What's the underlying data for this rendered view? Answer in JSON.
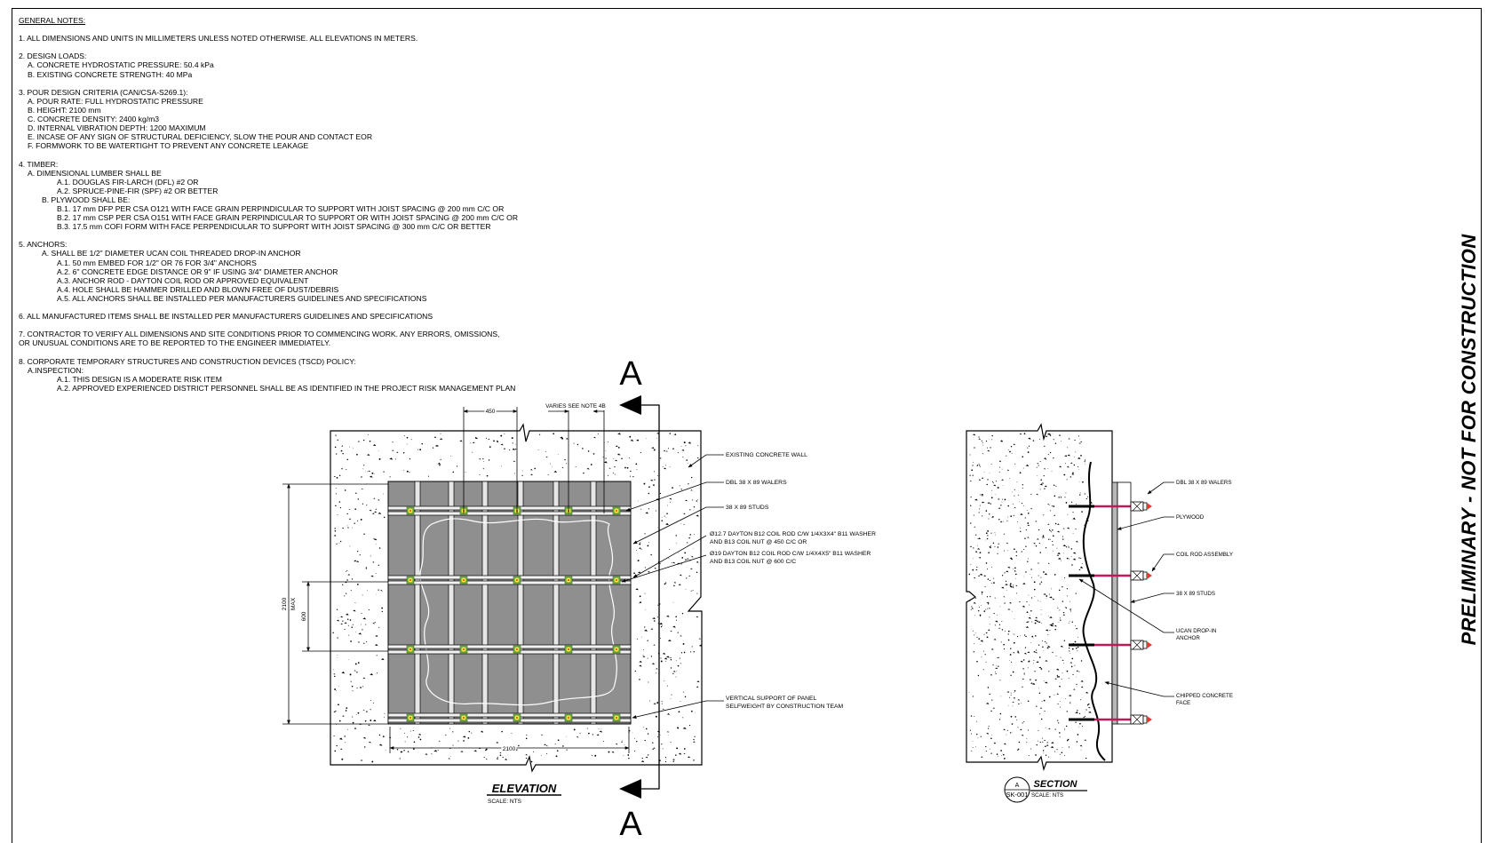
{
  "notes": [
    {
      "text": "GENERAL NOTES:",
      "indent": 0,
      "underline": true,
      "gap": true
    },
    {
      "text": "1. ALL DIMENSIONS AND UNITS IN MILLIMETERS UNLESS NOTED OTHERWISE. ALL ELEVATIONS IN METERS.",
      "indent": 0,
      "gap": true
    },
    {
      "text": "2. DESIGN LOADS:",
      "indent": 0
    },
    {
      "text": "A. CONCRETE HYDROSTATIC PRESSURE: 50.4 kPa",
      "indent": 1
    },
    {
      "text": "B. EXISTING CONCRETE STRENGTH: 40 MPa",
      "indent": 1,
      "gap": true
    },
    {
      "text": "3. POUR DESIGN CRITERIA (CAN/CSA-S269.1):",
      "indent": 0
    },
    {
      "text": "A. POUR RATE: FULL HYDROSTATIC PRESSURE",
      "indent": 1
    },
    {
      "text": "B. HEIGHT: 2100 mm",
      "indent": 1
    },
    {
      "text": "C. CONCRETE DENSITY: 2400 kg/m3",
      "indent": 1
    },
    {
      "text": "D. INTERNAL VIBRATION DEPTH: 1200 MAXIMUM",
      "indent": 1
    },
    {
      "text": "E. INCASE OF ANY SIGN OF STRUCTURAL DEFICIENCY, SLOW THE POUR AND CONTACT EOR",
      "indent": 1
    },
    {
      "text": "F. FORMWORK TO BE WATERTIGHT TO PREVENT ANY CONCRETE LEAKAGE",
      "indent": 1,
      "gap": true
    },
    {
      "text": "4. TIMBER:",
      "indent": 0
    },
    {
      "text": "A. DIMENSIONAL LUMBER SHALL BE",
      "indent": 1
    },
    {
      "text": "A.1. DOUGLAS FIR-LARCH (DFL) #2 OR",
      "indent": 3
    },
    {
      "text": "A.2. SPRUCE-PINE-FIR (SPF) #2 OR BETTER",
      "indent": 3
    },
    {
      "text": "B. PLYWOOD SHALL BE:",
      "indent": 2
    },
    {
      "text": "B.1. 17 mm DFP PER CSA O121 WITH FACE GRAIN PERPINDICULAR TO SUPPORT WITH JOIST SPACING @ 200 mm C/C OR",
      "indent": 3
    },
    {
      "text": "B.2. 17 mm CSP PER CSA O151 WITH FACE GRAIN PERPINDICULAR TO SUPPORT OR WITH JOIST SPACING @ 200 mm C/C OR",
      "indent": 3
    },
    {
      "text": "B.3. 17.5 mm COFI FORM WITH FACE PERPENDICULAR TO SUPPORT WITH JOIST SPACING @ 300 mm C/C OR BETTER",
      "indent": 3,
      "gap": true
    },
    {
      "text": "5. ANCHORS:",
      "indent": 0
    },
    {
      "text": "A. SHALL BE 1/2\" DIAMETER UCAN COIL THREADED DROP-IN ANCHOR",
      "indent": 2
    },
    {
      "text": "A.1. 50 mm EMBED FOR 1/2\" OR 76 FOR 3/4\" ANCHORS",
      "indent": 3
    },
    {
      "text": "A.2. 6\" CONCRETE EDGE DISTANCE OR 9\" IF USING 3/4\" DIAMETER ANCHOR",
      "indent": 3
    },
    {
      "text": "A.3. ANCHOR ROD - DAYTON COIL ROD OR APPROVED EQUIVALENT",
      "indent": 3
    },
    {
      "text": "A.4. HOLE SHALL BE HAMMER DRILLED AND BLOWN FREE OF DUST/DEBRIS",
      "indent": 3
    },
    {
      "text": "A.5. ALL ANCHORS SHALL BE INSTALLED PER MANUFACTURERS GUIDELINES AND SPECIFICATIONS",
      "indent": 3,
      "gap": true
    },
    {
      "text": "6. ALL MANUFACTURED ITEMS SHALL BE INSTALLED PER MANUFACTURERS GUIDELINES AND SPECIFICATIONS",
      "indent": 0,
      "gap": true
    },
    {
      "text": "7. CONTRACTOR TO VERIFY ALL DIMENSIONS AND SITE CONDITIONS PRIOR TO COMMENCING WORK. ANY ERRORS, OMISSIONS,",
      "indent": 0
    },
    {
      "text": "OR UNUSUAL CONDITIONS ARE TO BE REPORTED TO THE ENGINEER IMMEDIATELY.",
      "indent": 0,
      "gap": true
    },
    {
      "text": "8. CORPORATE TEMPORARY STRUCTURES AND CONSTRUCTION DEVICES (TSCD) POLICY:",
      "indent": 0
    },
    {
      "text": "A.INSPECTION:",
      "indent": 1
    },
    {
      "text": "A.1. THIS DESIGN IS A MODERATE RISK ITEM",
      "indent": 3
    },
    {
      "text": "A.2. APPROVED EXPERIENCED DISTRICT PERSONNEL SHALL BE AS IDENTIFIED IN THE PROJECT RISK MANAGEMENT PLAN",
      "indent": 3
    }
  ],
  "stamp": "PRELIMINARY - NOT FOR CONSTRUCTION",
  "elevation": {
    "section_mark": "A",
    "dims": {
      "d450": "450",
      "varies": "VARIES SEE NOTE 4B",
      "height": "2100",
      "max": "MAX",
      "d600": "600",
      "width": "2100"
    },
    "callouts": {
      "wall": "EXISTING CONCRETE WALL",
      "walers": "DBL 38 X 89 WALERS",
      "studs": "38 X 89 STUDS",
      "rod1a": "Ø12.7 DAYTON B12 COIL ROD C/W 1/4X3X4\" B11 WASHER",
      "rod1b": "AND B13 COIL NUT @ 450 C/C OR",
      "rod2a": "Ø19 DAYTON B12 COIL ROD C/W 1/4X4X5\" B11 WASHER",
      "rod2b": "AND B13 COIL NUT @ 600 C/C",
      "support_a": "VERTICAL SUPPORT OF PANEL",
      "support_b": "SELFWEIGHT BY CONSTRUCTION TEAM"
    },
    "title": "ELEVATION",
    "scale": "SCALE: NTS"
  },
  "section": {
    "callouts": {
      "walers": "DBL 38 X 89 WALERS",
      "plywood": "PLYWOOD",
      "coil": "COIL ROD ASSEMBLY",
      "studs": "38 X 89 STUDS",
      "ucan_a": "UCAN DROP-IN",
      "ucan_b": "ANCHOR",
      "chipped_a": "CHIPPED CONCRETE",
      "chipped_b": "FACE"
    },
    "bubble_top": "A",
    "bubble_bottom": "SK-001",
    "title": "SECTION",
    "scale": "SCALE: NTS"
  },
  "colors": {
    "panel": "#8f8f8f",
    "plywood": "#b8b8b8",
    "bolt_green": "#7cb342",
    "bolt_yellow": "#ffeb3b",
    "bolt_red": "#e53935",
    "rod_red": "#c2185b"
  }
}
